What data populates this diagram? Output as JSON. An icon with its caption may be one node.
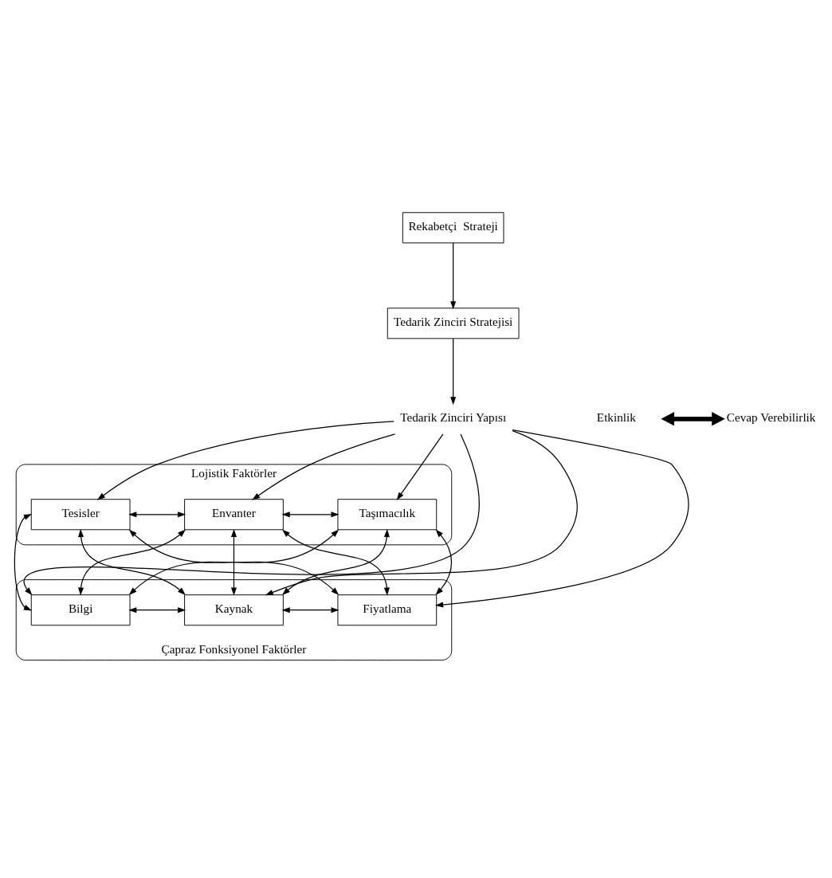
{
  "diagram": {
    "nodes": [
      {
        "text": [
          "Rekabetçi  Strateji"
        ]
      },
      {
        "text": [
          "Tedarik Zinciri Stratejisi"
        ]
      },
      {
        "text": [
          "Etkinlik"
        ]
      },
      {
        "text": [
          "Tedarik Zinciri Yapısı"
        ]
      },
      {
        "text": [
          "Cevap Verebilirlik"
        ]
      },
      {
        "text": [
          "Lojistik Faktörler"
        ]
      },
      {
        "text": [
          "Tesisler"
        ],
        "in": 5
      },
      {
        "text": [
          "Envanter"
        ],
        "in": 5
      },
      {
        "text": [
          "Taşımacılık"
        ],
        "in": 5
      },
      {
        "text": [
          "Çapraz Fonksiyonel Faktörler"
        ]
      },
      {
        "text": [
          "Bilgi"
        ],
        "in": 9
      },
      {
        "text": [
          "Kaynak"
        ],
        "in": 9
      },
      {
        "text": [
          "Fiyatlama"
        ],
        "in": 9
      }
    ],
    "edges": [
      {
        "from": 0,
        "to": 1,
        "arrow": "to"
      },
      {
        "from": 1,
        "to": 3,
        "arrow": "to"
      },
      {
        "from": 2,
        "to": 4,
        "arrow": "both",
        "style": "thick"
      },
      {
        "from": 3,
        "to": 6,
        "arrow": "to"
      },
      {
        "from": 3,
        "to": 7,
        "arrow": "to"
      },
      {
        "from": 3,
        "to": 8,
        "arrow": "to"
      },
      {
        "from": 3,
        "to": 10,
        "arrow": "to"
      },
      {
        "from": 3,
        "to": 11,
        "arrow": "to"
      },
      {
        "from": 3,
        "to": 12,
        "arrow": "to"
      },
      {
        "from": 6,
        "to": 7,
        "arrow": "both"
      },
      {
        "from": 7,
        "to": 8,
        "arrow": "both"
      },
      {
        "from": 6,
        "to": 10,
        "arrow": "both"
      },
      {
        "from": 6,
        "to": 11,
        "arrow": "both"
      },
      {
        "from": 6,
        "to": 12,
        "arrow": "both"
      },
      {
        "from": 7,
        "to": 10,
        "arrow": "both"
      },
      {
        "from": 7,
        "to": 11,
        "arrow": "both"
      },
      {
        "from": 7,
        "to": 12,
        "arrow": "both"
      },
      {
        "from": 8,
        "to": 10,
        "arrow": "both"
      },
      {
        "from": 8,
        "to": 11,
        "arrow": "both"
      },
      {
        "from": 8,
        "to": 12,
        "arrow": "both"
      },
      {
        "from": 10,
        "to": 11,
        "arrow": "both"
      },
      {
        "from": 11,
        "to": 12,
        "arrow": "both"
      }
    ]
  }
}
